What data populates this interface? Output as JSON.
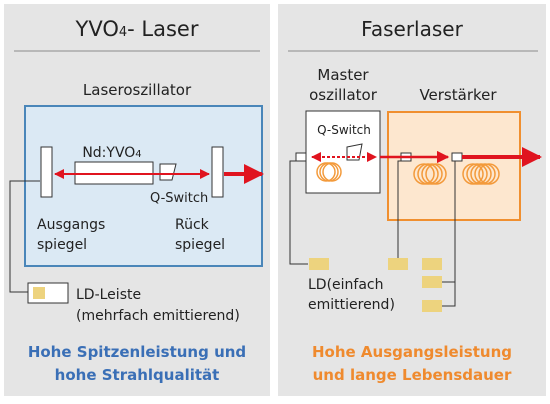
{
  "left": {
    "title": "YVO",
    "title_sub": "4",
    "title_rest": "- Laser",
    "section_label": "Laseroszillator",
    "crystal_label": "Nd:YVO",
    "crystal_sub": "4",
    "qswitch_label": "Q-Switch",
    "output_mirror_label_1": "Ausgangs",
    "output_mirror_label_2": "spiegel",
    "rear_mirror_label_1": "Rück",
    "rear_mirror_label_2": "spiegel",
    "ld_label_1": "LD-Leiste",
    "ld_label_2": "(mehrfach emittierend)",
    "summary_1": "Hohe Spitzenleistung und",
    "summary_2": "hohe Strahlqualität"
  },
  "right": {
    "title": "Faserlaser",
    "master_label_1": "Master",
    "master_label_2": "oszillator",
    "amp_label": "Verstärker",
    "qswitch_label": "Q-Switch",
    "ld_label_1": "LD(einfach",
    "ld_label_2": "emittierend)",
    "summary_1": "Hohe Ausgangsleistung",
    "summary_2": "und lange Lebensdauer"
  },
  "colors": {
    "panel_bg": "#e5e5e5",
    "oscillator_fill": "#dbe9f4",
    "oscillator_stroke": "#4a86b9",
    "amp_fill": "#fde7cf",
    "amp_stroke": "#f08f2f",
    "laser_red": "#e0141f",
    "coil_orange": "#f39a3b",
    "ld_yellow": "#edd37e",
    "blue_text": "#3a6fb6",
    "orange_text": "#ef8a2e",
    "dark_text": "#222222"
  }
}
